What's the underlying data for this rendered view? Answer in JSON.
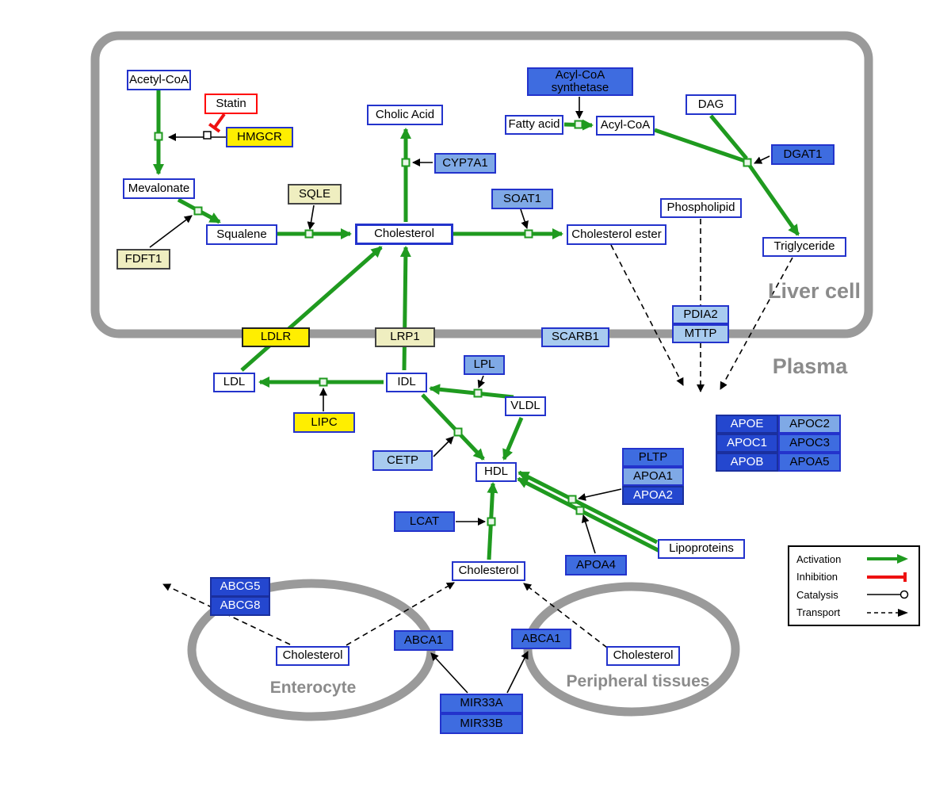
{
  "compartments": {
    "liver": "Liver cell",
    "plasma": "Plasma",
    "enterocyte": "Enterocyte",
    "peripheral": "Peripheral tissues"
  },
  "nodes": {
    "acetyl_coa": "Acetyl-CoA",
    "statin": "Statin",
    "hmgcr": "HMGCR",
    "mevalonate": "Mevalonate",
    "sqle": "SQLE",
    "fdft1": "FDFT1",
    "squalene": "Squalene",
    "cholic_acid": "Cholic Acid",
    "cyp7a1": "CYP7A1",
    "cholesterol_liver": "Cholesterol",
    "soat1": "SOAT1",
    "cholesterol_ester": "Cholesterol ester",
    "acyl_coa_synthetase": "Acyl-CoA synthetase",
    "fatty_acid": "Fatty acid",
    "acyl_coa": "Acyl-CoA",
    "dag": "DAG",
    "dgat1": "DGAT1",
    "phospholipid": "Phospholipid",
    "triglyceride": "Triglyceride",
    "ldlr": "LDLR",
    "lrp1": "LRP1",
    "scarb1": "SCARB1",
    "pdia2": "PDIA2",
    "mttp": "MTTP",
    "ldl": "LDL",
    "idl": "IDL",
    "lpl": "LPL",
    "vldl": "VLDL",
    "lipc": "LIPC",
    "cetp": "CETP",
    "hdl": "HDL",
    "lcat": "LCAT",
    "pltp": "PLTP",
    "apoa1": "APOA1",
    "apoa2": "APOA2",
    "apoa4": "APOA4",
    "lipoproteins": "Lipoproteins",
    "apoe": "APOE",
    "apoc2": "APOC2",
    "apoc1": "APOC1",
    "apoc3": "APOC3",
    "apob": "APOB",
    "apoa5": "APOA5",
    "cholesterol_plasma": "Cholesterol",
    "abcg5": "ABCG5",
    "abcg8": "ABCG8",
    "cholesterol_enterocyte": "Cholesterol",
    "abca1_enterocyte": "ABCA1",
    "abca1_peripheral": "ABCA1",
    "cholesterol_peripheral": "Cholesterol",
    "mir33a": "MIR33A",
    "mir33b": "MIR33B"
  },
  "legend": {
    "activation": "Activation",
    "inhibition": "Inhibition",
    "catalysis": "Catalysis",
    "transport": "Transport"
  },
  "colors": {
    "activation_green": "#1f9a1f",
    "inhibition_red": "#ee1111",
    "membrane_gray": "#9a9a9a",
    "metabolite_border_blue": "#2333cc",
    "bright_yellow": "#ffee00",
    "pale_yellow": "#efeec0",
    "light_blue": "#a8cbef",
    "medium_light_blue": "#7fa9e6",
    "medium_blue": "#3e6ce0",
    "dark_blue": "#2447cf"
  }
}
